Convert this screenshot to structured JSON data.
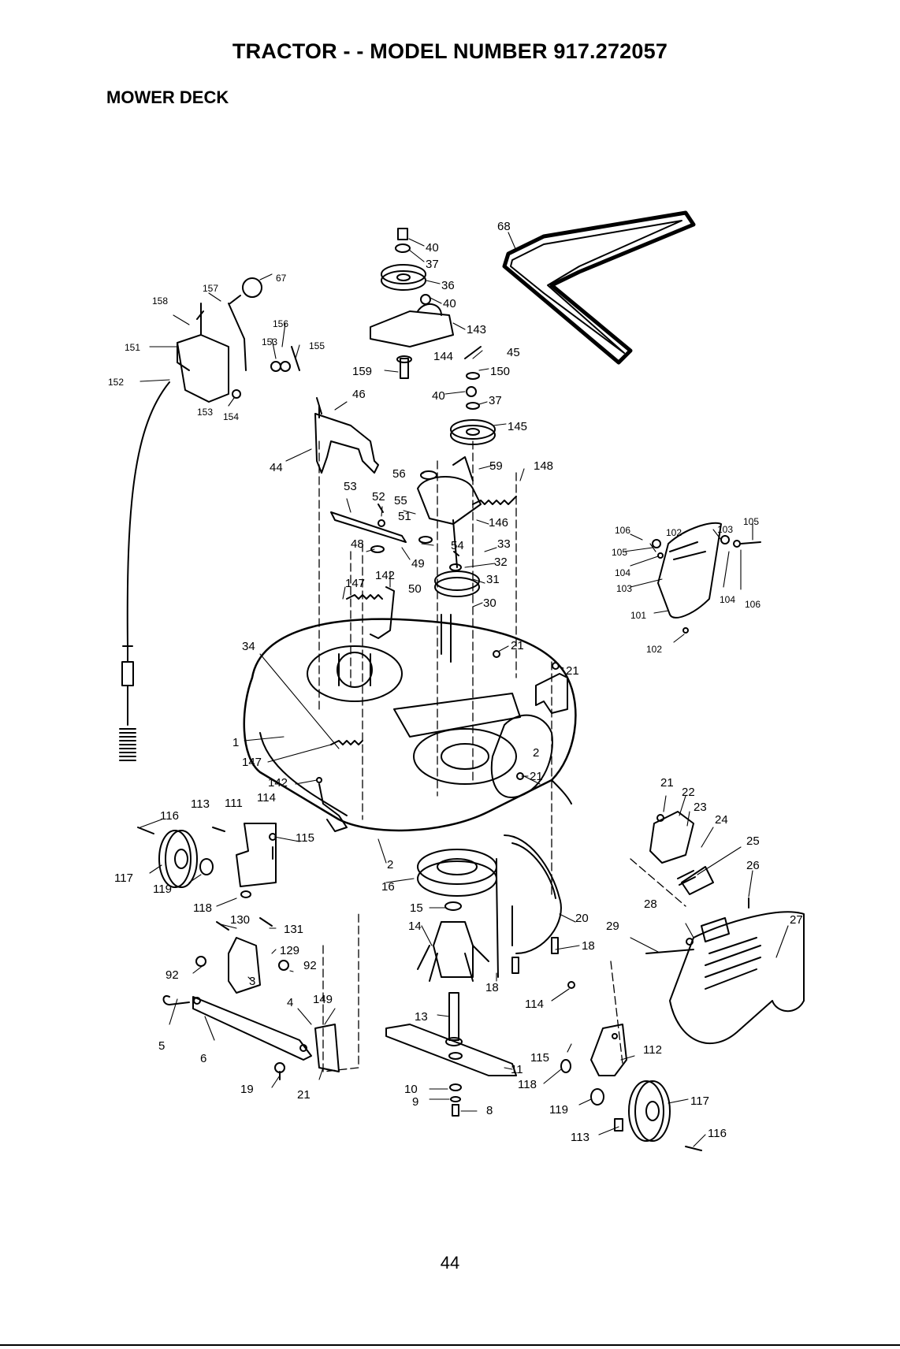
{
  "page": {
    "title": "TRACTOR - - MODEL NUMBER 917.272057",
    "section": "MOWER DECK",
    "page_number": "44"
  },
  "callouts": [
    {
      "id": "c40a",
      "text": "40"
    },
    {
      "id": "c37a",
      "text": "37"
    },
    {
      "id": "c36",
      "text": "36"
    },
    {
      "id": "c40b",
      "text": "40"
    },
    {
      "id": "c143",
      "text": "143"
    },
    {
      "id": "c144",
      "text": "144"
    },
    {
      "id": "c159",
      "text": "159"
    },
    {
      "id": "c45",
      "text": "45"
    },
    {
      "id": "c150",
      "text": "150"
    },
    {
      "id": "c40c",
      "text": "40"
    },
    {
      "id": "c37b",
      "text": "37"
    },
    {
      "id": "c145",
      "text": "145"
    },
    {
      "id": "c68",
      "text": "68"
    },
    {
      "id": "c67",
      "text": "67"
    },
    {
      "id": "c157",
      "text": "157"
    },
    {
      "id": "c158",
      "text": "158"
    },
    {
      "id": "c156",
      "text": "156"
    },
    {
      "id": "c151",
      "text": "151"
    },
    {
      "id": "c153a",
      "text": "153"
    },
    {
      "id": "c155",
      "text": "155"
    },
    {
      "id": "c152",
      "text": "152"
    },
    {
      "id": "c153b",
      "text": "153"
    },
    {
      "id": "c154",
      "text": "154"
    },
    {
      "id": "c46",
      "text": "46"
    },
    {
      "id": "c44",
      "text": "44"
    },
    {
      "id": "c56",
      "text": "56"
    },
    {
      "id": "c59",
      "text": "59"
    },
    {
      "id": "c148",
      "text": "148"
    },
    {
      "id": "c53",
      "text": "53"
    },
    {
      "id": "c52",
      "text": "52"
    },
    {
      "id": "c55",
      "text": "55"
    },
    {
      "id": "c51",
      "text": "51"
    },
    {
      "id": "c146",
      "text": "146"
    },
    {
      "id": "c48",
      "text": "48"
    },
    {
      "id": "c54",
      "text": "54"
    },
    {
      "id": "c33",
      "text": "33"
    },
    {
      "id": "c49",
      "text": "49"
    },
    {
      "id": "c32",
      "text": "32"
    },
    {
      "id": "c147a",
      "text": "147"
    },
    {
      "id": "c142a",
      "text": "142"
    },
    {
      "id": "c50",
      "text": "50"
    },
    {
      "id": "c31",
      "text": "31"
    },
    {
      "id": "c30",
      "text": "30"
    },
    {
      "id": "c34",
      "text": "34"
    },
    {
      "id": "c21a",
      "text": "21"
    },
    {
      "id": "c21b",
      "text": "21"
    },
    {
      "id": "c1",
      "text": "1"
    },
    {
      "id": "c147b",
      "text": "147"
    },
    {
      "id": "c2a",
      "text": "2"
    },
    {
      "id": "c21c",
      "text": "21"
    },
    {
      "id": "c142b",
      "text": "142"
    },
    {
      "id": "c113a",
      "text": "113"
    },
    {
      "id": "c111",
      "text": "111"
    },
    {
      "id": "c114a",
      "text": "114"
    },
    {
      "id": "c116a",
      "text": "116"
    },
    {
      "id": "c115a",
      "text": "115"
    },
    {
      "id": "c117a",
      "text": "117"
    },
    {
      "id": "c119a",
      "text": "119"
    },
    {
      "id": "c118a",
      "text": "118"
    },
    {
      "id": "c2b",
      "text": "2"
    },
    {
      "id": "c16",
      "text": "16"
    },
    {
      "id": "c130",
      "text": "130"
    },
    {
      "id": "c131",
      "text": "131"
    },
    {
      "id": "c15",
      "text": "15"
    },
    {
      "id": "c14",
      "text": "14"
    },
    {
      "id": "c129",
      "text": "129"
    },
    {
      "id": "c92a",
      "text": "92"
    },
    {
      "id": "c92b",
      "text": "92"
    },
    {
      "id": "c3",
      "text": "3"
    },
    {
      "id": "c20",
      "text": "20"
    },
    {
      "id": "c18a",
      "text": "18"
    },
    {
      "id": "c18b",
      "text": "18"
    },
    {
      "id": "c4",
      "text": "4"
    },
    {
      "id": "c149",
      "text": "149"
    },
    {
      "id": "c5",
      "text": "5"
    },
    {
      "id": "c6",
      "text": "6"
    },
    {
      "id": "c13",
      "text": "13"
    },
    {
      "id": "c114b",
      "text": "114"
    },
    {
      "id": "c11",
      "text": "11"
    },
    {
      "id": "c115b",
      "text": "115"
    },
    {
      "id": "c112",
      "text": "112"
    },
    {
      "id": "c19",
      "text": "19"
    },
    {
      "id": "c21d",
      "text": "21"
    },
    {
      "id": "c10",
      "text": "10"
    },
    {
      "id": "c9",
      "text": "9"
    },
    {
      "id": "c8",
      "text": "8"
    },
    {
      "id": "c118b",
      "text": "118"
    },
    {
      "id": "c119b",
      "text": "119"
    },
    {
      "id": "c117b",
      "text": "117"
    },
    {
      "id": "c113b",
      "text": "113"
    },
    {
      "id": "c116b",
      "text": "116"
    },
    {
      "id": "c106a",
      "text": "106"
    },
    {
      "id": "c102a",
      "text": "102"
    },
    {
      "id": "c103a",
      "text": "103"
    },
    {
      "id": "c105a",
      "text": "105"
    },
    {
      "id": "c105b",
      "text": "105"
    },
    {
      "id": "c104a",
      "text": "104"
    },
    {
      "id": "c103b",
      "text": "103"
    },
    {
      "id": "c104b",
      "text": "104"
    },
    {
      "id": "c106b",
      "text": "106"
    },
    {
      "id": "c101",
      "text": "101"
    },
    {
      "id": "c102b",
      "text": "102"
    },
    {
      "id": "c21e",
      "text": "21"
    },
    {
      "id": "c22",
      "text": "22"
    },
    {
      "id": "c23",
      "text": "23"
    },
    {
      "id": "c24",
      "text": "24"
    },
    {
      "id": "c25",
      "text": "25"
    },
    {
      "id": "c26",
      "text": "26"
    },
    {
      "id": "c28",
      "text": "28"
    },
    {
      "id": "c27",
      "text": "27"
    },
    {
      "id": "c29",
      "text": "29"
    }
  ]
}
